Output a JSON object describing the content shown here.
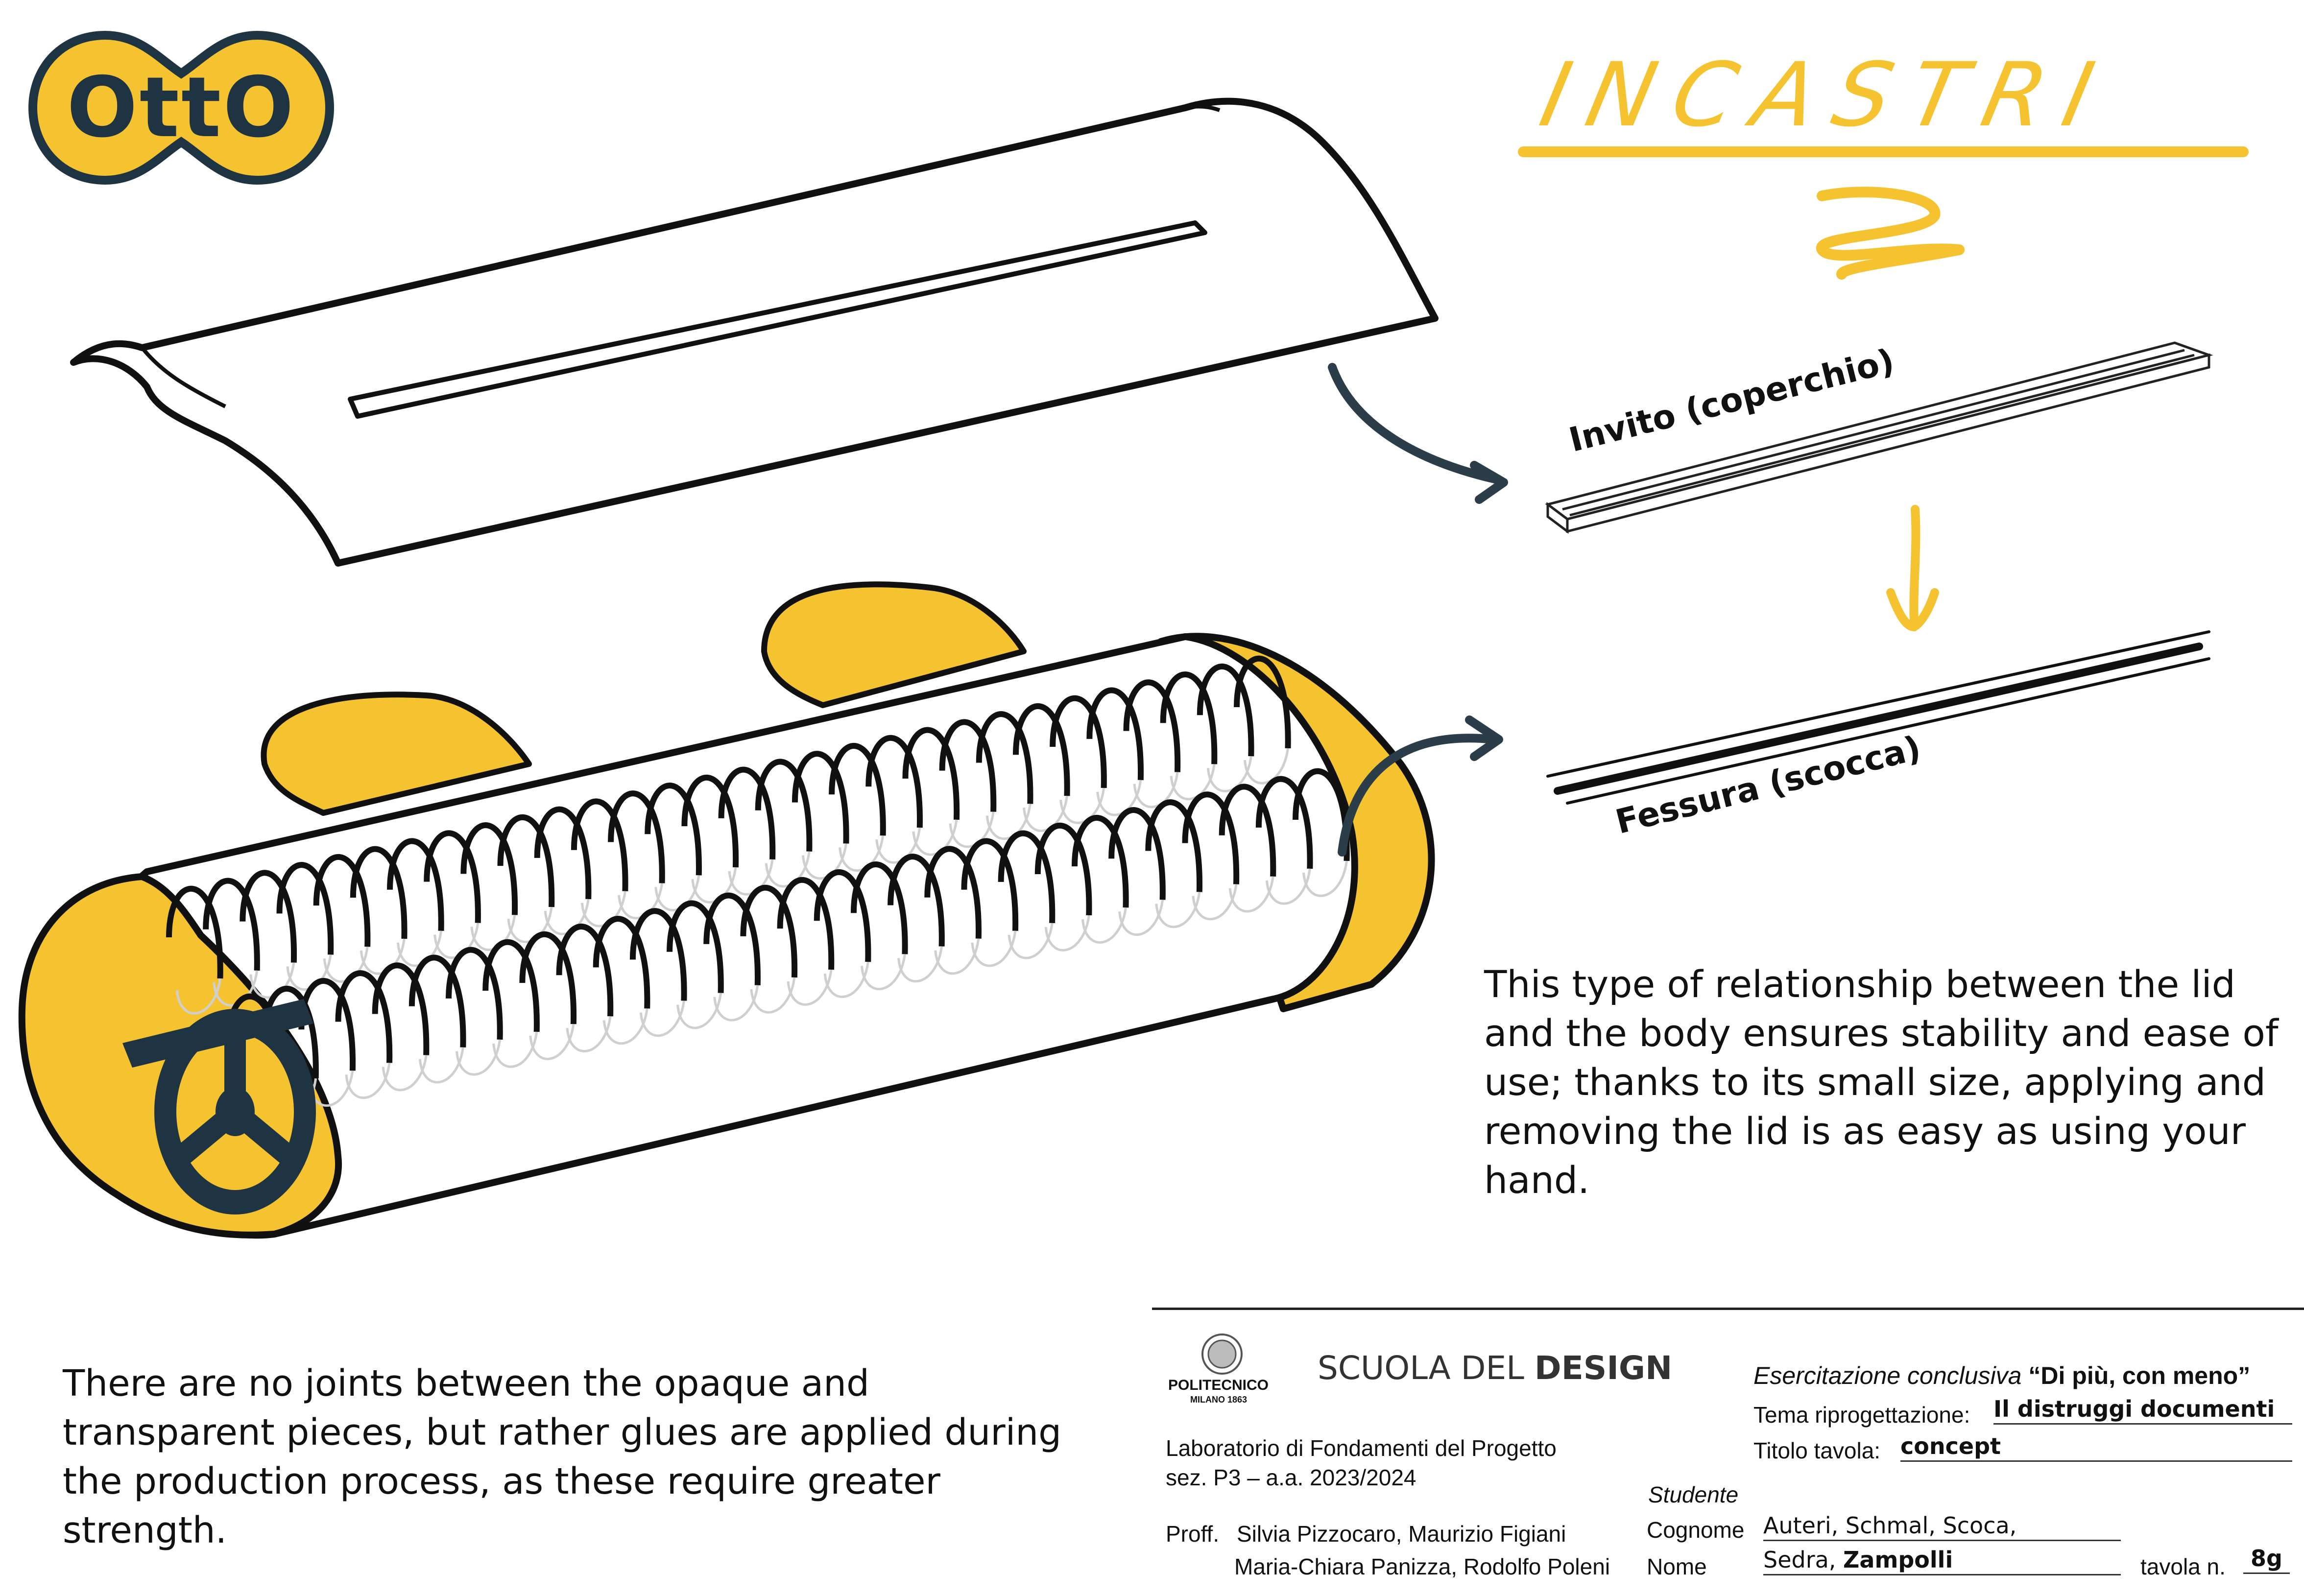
{
  "logo": {
    "text": "OttO",
    "bg_color": "#f5c330",
    "outline_color": "#1f3442"
  },
  "sketch_title": "INCASTRI",
  "labels": {
    "invito": "Invito (coperchio)",
    "fessura": "Fessura (scocca)"
  },
  "paragraphs": {
    "right": "This type of relationship between the lid and the body ensures stability and ease of use; thanks to its small size, applying and removing the lid is as easy as using your hand.",
    "left": "There are no joints between the opaque and transparent pieces, but rather glues are applied during the production process, as these require greater strength."
  },
  "title_block": {
    "institution": "POLITECNICO",
    "institution_sub": "MILANO 1863",
    "school_light": "SCUOLA DEL ",
    "school_bold": "DESIGN",
    "course": "Laboratorio di Fondamenti del Progetto",
    "section": "sez. P3 – a.a. 2023/2024",
    "profs_label": "Proff.",
    "profs_line1": "Silvia Pizzocaro, Maurizio Figiani",
    "profs_line2": "Maria-Chiara Panizza, Rodolfo Poleni",
    "exercise_label": "Esercitazione conclusiva",
    "exercise_title": "“Di più, con meno”",
    "theme_label": "Tema riprogettazione:",
    "theme_value": "Il distruggi documenti",
    "board_title_label": "Titolo tavola:",
    "board_title_value": "concept",
    "student_label": "Studente",
    "surname_label": "Cognome",
    "surname_value": "Auteri, Schmal, Scoca,",
    "name_label": "Nome",
    "name_value_plain": "Sedra, ",
    "name_value_bold": "Zampolli",
    "board_number_label": "tavola n.",
    "board_number_value": "8g"
  },
  "colors": {
    "accent_yellow": "#f5c330",
    "dark_slate": "#1f3442",
    "ink": "#111111"
  }
}
